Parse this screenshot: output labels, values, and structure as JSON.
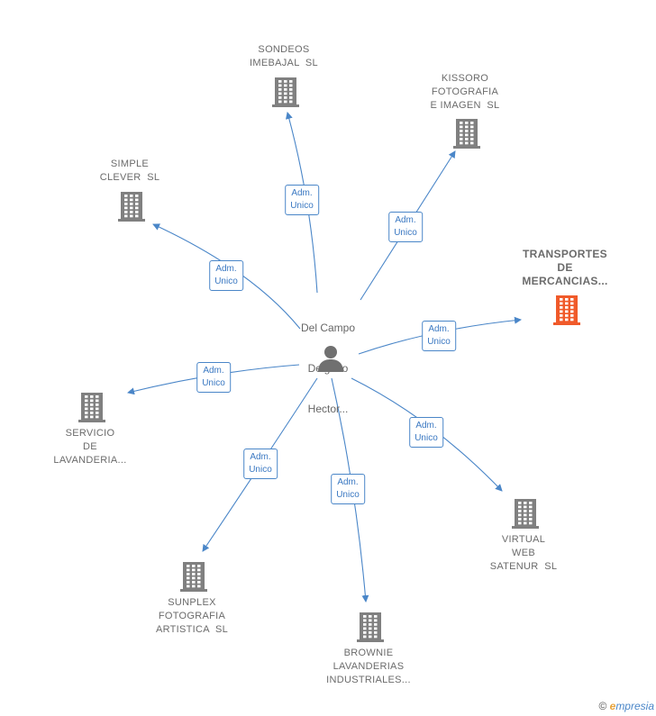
{
  "center": {
    "label_lines": [
      "Del Campo",
      "Delgado",
      "Hector..."
    ],
    "icon": "person-icon"
  },
  "edge_label": "Adm.\nUnico",
  "companies": [
    {
      "id": "sondeos",
      "label": "SONDEOS\nIMEBAJAL  SL",
      "color": "#808080",
      "highlight": false
    },
    {
      "id": "kissoro",
      "label": "KISSORO\nFOTOGRAFIA\nE IMAGEN  SL",
      "color": "#808080",
      "highlight": false
    },
    {
      "id": "simple",
      "label": "SIMPLE\nCLEVER  SL",
      "color": "#808080",
      "highlight": false
    },
    {
      "id": "transportes",
      "label": "TRANSPORTES\nDE\nMERCANCIAS...",
      "color": "#f05a2a",
      "highlight": true
    },
    {
      "id": "servicio",
      "label": "SERVICIO\nDE\nLAVANDERIA...",
      "color": "#808080",
      "highlight": false
    },
    {
      "id": "virtual",
      "label": "VIRTUAL\nWEB\nSATENUR  SL",
      "color": "#808080",
      "highlight": false
    },
    {
      "id": "sunplex",
      "label": "SUNPLEX\nFOTOGRAFIA\nARTISTICA  SL",
      "color": "#808080",
      "highlight": false
    },
    {
      "id": "brownie",
      "label": "BROWNIE\nLAVANDERIAS\nINDUSTRIALES...",
      "color": "#808080",
      "highlight": false
    }
  ],
  "colors": {
    "edge": "#4a86c8",
    "node": "#808080",
    "highlight": "#f05a2a"
  },
  "footer": {
    "copyright": "©",
    "brand_e": "e",
    "brand_rest": "mpresia"
  }
}
